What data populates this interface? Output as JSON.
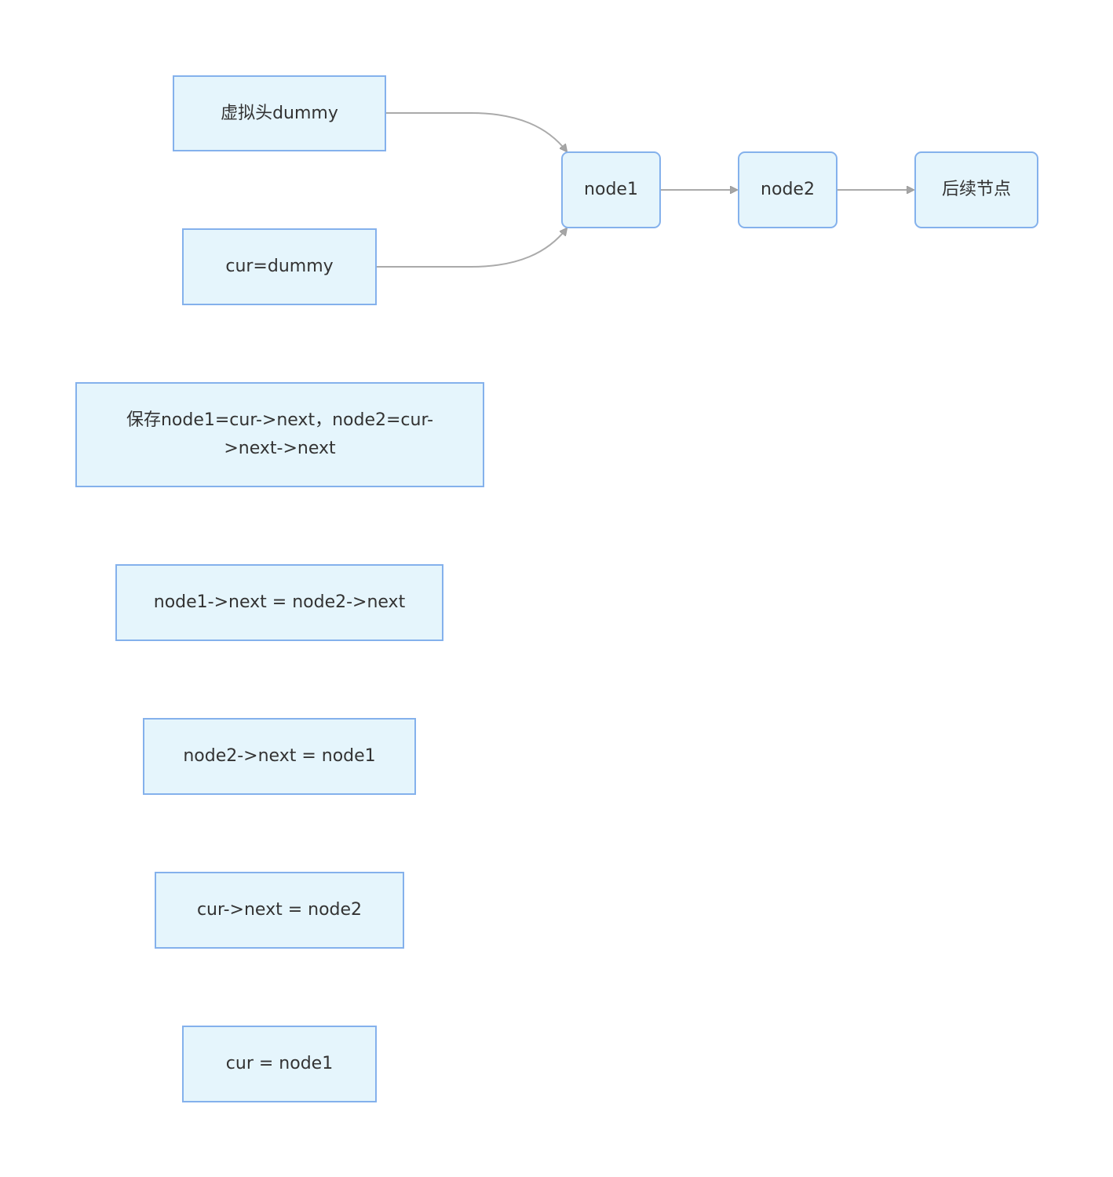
{
  "nodes": {
    "dummy": "虚拟头dummy",
    "cur_dummy": "cur=dummy",
    "node1": "node1",
    "node2": "node2",
    "rest": "后续节点",
    "step_save": "保存node1=cur->next，node2=cur->next->next",
    "step_link_next": "node1->next = node2->next",
    "step_reverse": "node2->next = node1",
    "step_cur_next": "cur->next = node2",
    "step_advance": "cur = node1"
  },
  "edges": [
    {
      "from": "dummy",
      "to": "node1"
    },
    {
      "from": "cur_dummy",
      "to": "node1"
    },
    {
      "from": "node1",
      "to": "node2"
    },
    {
      "from": "node2",
      "to": "rest"
    }
  ],
  "colors": {
    "node_fill": "#e5f5fc",
    "node_border": "#84b1ec",
    "edge": "#aaaaaa",
    "text": "#333333"
  }
}
